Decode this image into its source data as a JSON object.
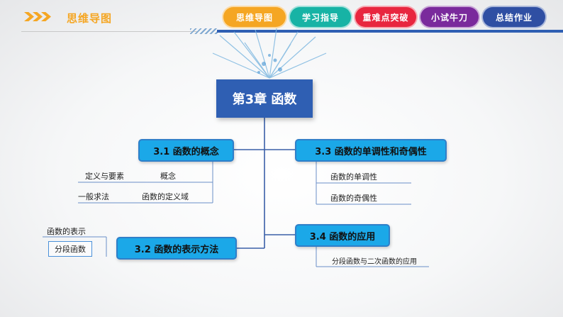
{
  "header": {
    "title": "思维导图"
  },
  "nav": [
    {
      "label": "思维导图",
      "color": "#f5a623"
    },
    {
      "label": "学习指导",
      "color": "#17b3a5"
    },
    {
      "label": "重难点突破",
      "color": "#e8263f"
    },
    {
      "label": "小试牛刀",
      "color": "#7a2a9c"
    },
    {
      "label": "总结作业",
      "color": "#2f4fa3"
    }
  ],
  "mindmap": {
    "center": "第3章 函数",
    "branches": {
      "b31": {
        "title": "3.1 函数的概念",
        "subs": [
          "定义与要素",
          "概念",
          "一般求法",
          "函数的定义域"
        ]
      },
      "b32": {
        "title": "3.2 函数的表示方法",
        "subs": [
          "函数的表示",
          "分段函数"
        ]
      },
      "b33": {
        "title": "3.3 函数的单调性和奇偶性",
        "subs": [
          "函数的单调性",
          "函数的奇偶性"
        ]
      },
      "b34": {
        "title": "3.4 函数的应用",
        "subs": [
          "分段函数与二次函数的应用"
        ]
      }
    }
  },
  "colors": {
    "accent": "#f5a623",
    "primary": "#2f5fb3",
    "node": "#1ba8e8",
    "line": "#3a5fa8"
  }
}
